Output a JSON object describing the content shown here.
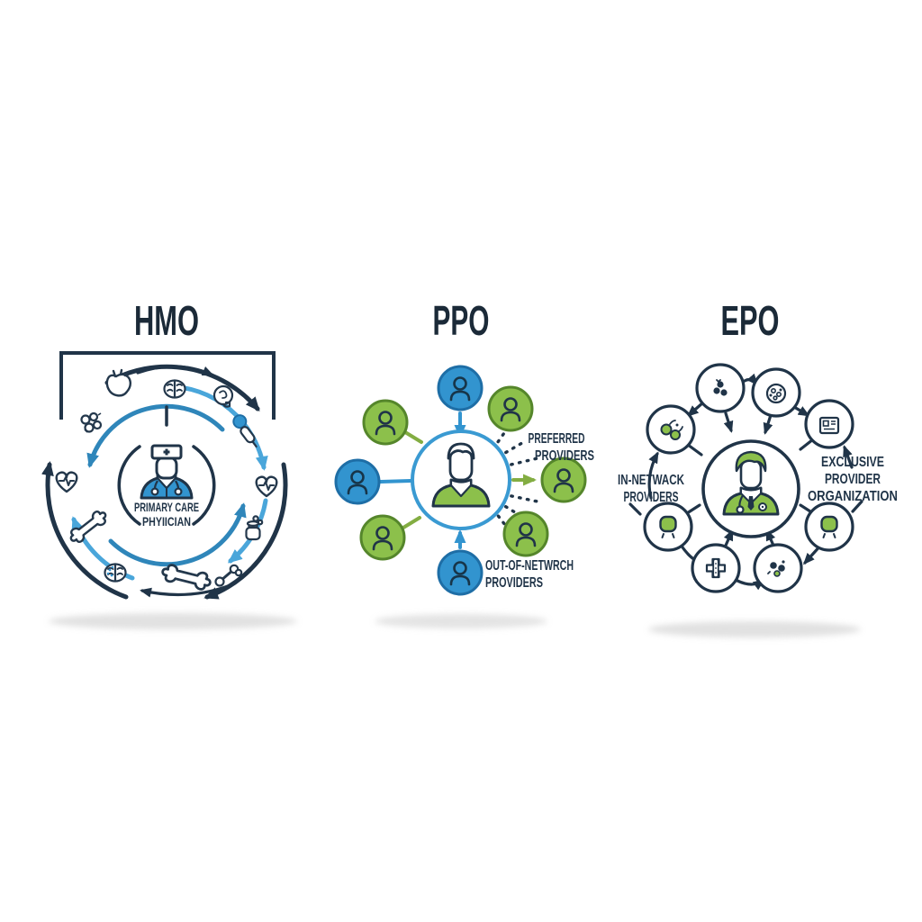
{
  "diagram": {
    "description": "Health plan network comparison infographic",
    "colors": {
      "navy": "#203448",
      "title_text": "#1b2a38",
      "blue_fill": "#3294cf",
      "blue_ring": "#1e6ea6",
      "mid_blue_arc": "#2f86ba",
      "light_blue_arc": "#4aa6da",
      "green_fill": "#8cc04b",
      "green_ring": "#55862b",
      "green_line": "#83ad42",
      "shadow": "#c9c9c9"
    },
    "hmo": {
      "title": "HMO",
      "center_label_line1": "PRIMARY CARE",
      "center_label_line2": "PHYIICIAN",
      "center_icon": "primary-care-physician-icon",
      "orbit_icons": [
        "anatomical-heart-icon",
        "brain-icon",
        "brain-profile-icon",
        "pills-cluster-icon",
        "syringe-icon",
        "heartbeat-heart-icon",
        "heartbeat-heart-icon",
        "bone-icon",
        "medicine-jar-icon",
        "brain-dotted-icon",
        "bone-icon",
        "joint-icon"
      ]
    },
    "ppo": {
      "title": "PPO",
      "preferred_label_line1": "PREFERRED",
      "preferred_label_line2": "PROVIDERS",
      "out_label_line1": "OUT-OF-NETWRCH",
      "out_label_line2": "PROVIDERS",
      "center_icon": "member-person-icon",
      "satellite_icons": [
        "provider-bust-icon-blue",
        "provider-bust-icon-green"
      ]
    },
    "epo": {
      "title": "EPO",
      "in_network_label_line1": "IN-NETWACK",
      "in_network_label_line2": "PROVIDERS",
      "exclusive_label_line1": "EXCLUSIVE",
      "exclusive_label_line2": "PROVIDER",
      "exclusive_label_line3": "ORGANIZATION",
      "center_icon": "doctor-icon",
      "ring_icons": [
        "pills-icon",
        "cells-dish-icon",
        "molecules-icon",
        "id-card-icon",
        "person-head-icon",
        "person-head-icon",
        "medical-cross-icon",
        "pills-icon"
      ]
    }
  }
}
